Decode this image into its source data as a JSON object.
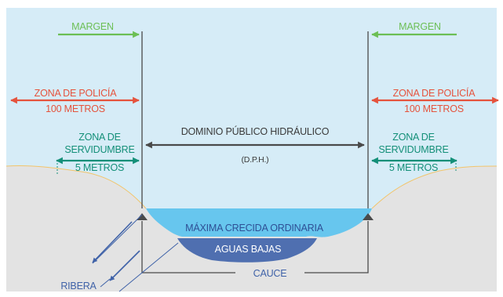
{
  "labels": {
    "margin_left": "MARGEN",
    "margin_right": "MARGEN",
    "policia_left_line1": "ZONA DE POLICÍA",
    "policia_left_line2": "100 METROS",
    "policia_right_line1": "ZONA DE POLICÍA",
    "policia_right_line2": "100 METROS",
    "servidumbre_left_line1": "ZONA DE",
    "servidumbre_left_line2": "SERVIDUMBRE",
    "servidumbre_left_line3": "5 METROS",
    "servidumbre_right_line1": "ZONA DE",
    "servidumbre_right_line2": "SERVIDUMBRE",
    "servidumbre_right_line3": "5 METROS",
    "dph": "DOMINIO PÚBLICO HIDRÁULICO",
    "dph_abbr": "(D.P.H.)",
    "max_flood": "MÁXIMA CRECIDA ORDINARIA",
    "low_water": "AGUAS BAJAS",
    "cauce": "CAUCE",
    "ribera": "RIBERA"
  },
  "colors": {
    "sky": "#d6ecf7",
    "ground": "#e3e3e3",
    "bank_line": "#f2c46a",
    "flood_water": "#67c6ee",
    "low_water": "#4f6fb0",
    "margin_green": "#6cbf55",
    "policia_red": "#e5533d",
    "servidumbre_teal": "#138f78",
    "dark_gray": "#4a4a4a",
    "ribera_blue": "#3f62a8"
  }
}
